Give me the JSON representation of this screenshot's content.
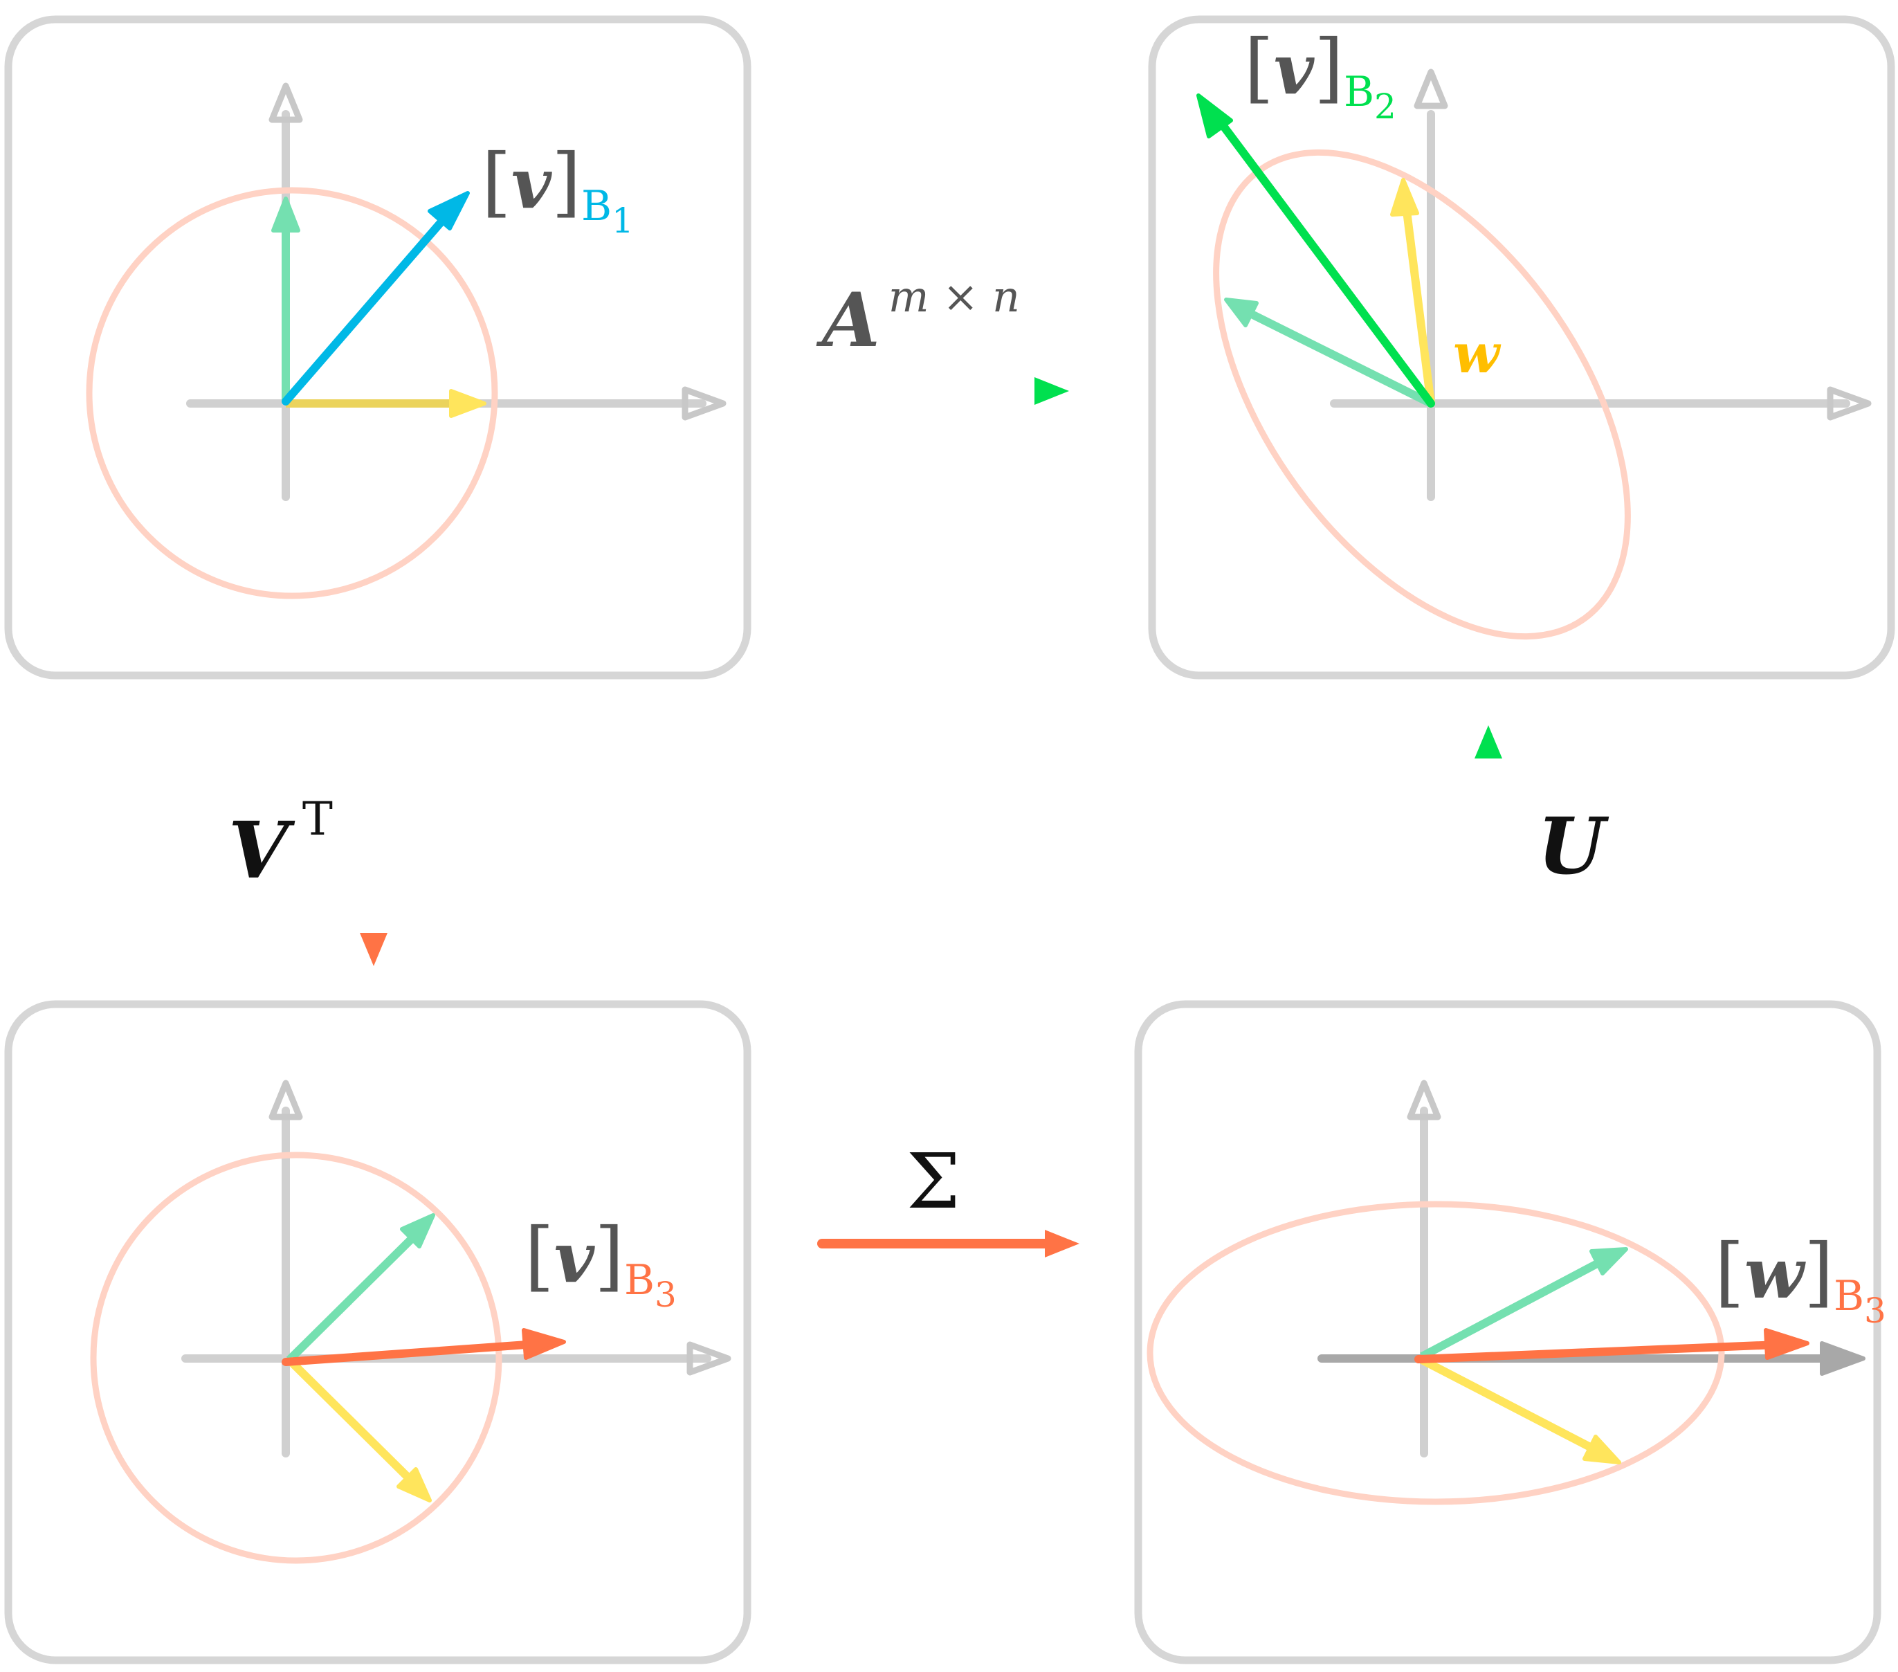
{
  "labels": {
    "A": "A",
    "A_superscript": "m × n",
    "VT_V": "V",
    "VT_T": "T",
    "U": "U",
    "Sigma": "Σ",
    "w_label": "w",
    "v_B1": {
      "bracket_open": "[",
      "symbol": "v",
      "bracket_close": "]",
      "basis": "B",
      "index": "1"
    },
    "v_B2": {
      "bracket_open": "[",
      "symbol": "v",
      "bracket_close": "]",
      "basis": "B",
      "index": "2"
    },
    "v_B3": {
      "bracket_open": "[",
      "symbol": "v",
      "bracket_close": "]",
      "basis": "B",
      "index": "3"
    },
    "w_B3": {
      "bracket_open": "[",
      "symbol": "w",
      "bracket_close": "]",
      "basis": "B",
      "index": "3"
    }
  },
  "colors": {
    "panel_border": "#d6d6d6",
    "axis": "#d0d0d0",
    "axis_dark": "#a8a8a8",
    "ellipse": "#ffd2c4",
    "blue": "#00b8e6",
    "green_vec": "#00e04f",
    "teal_basis": "#74e0b0",
    "yellow": "#ffe55c",
    "yellow_dark": "#ffbe00",
    "orange": "#ff7345",
    "text_dark": "#555555",
    "text_black": "#111111"
  }
}
